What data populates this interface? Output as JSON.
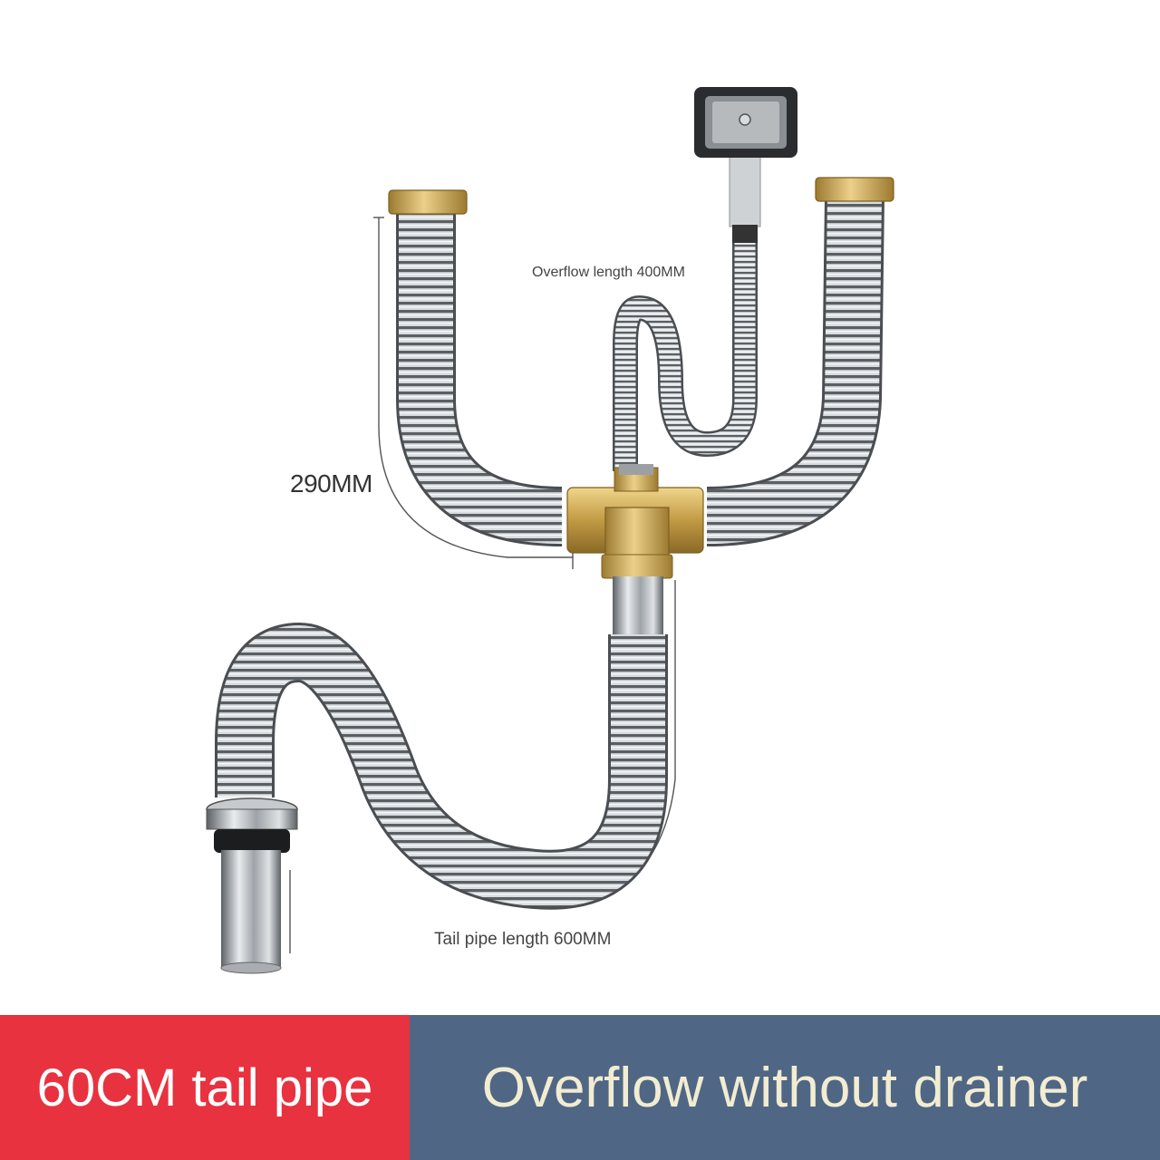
{
  "labels": {
    "overflow_length": "Overflow length 400MM",
    "height": "290MM",
    "tail_length": "Tail pipe length 600MM"
  },
  "banner": {
    "left_text": "60CM tail pipe",
    "right_text": "Overflow without drainer"
  },
  "colors": {
    "banner_left": "#e8323f",
    "banner_right": "#4f6784",
    "banner_right_text": "#f2ecd2",
    "brass": "#c9a24a",
    "steel": "#9aa0a6"
  },
  "icons": [
    "overflow-cover-icon",
    "brass-tee-icon",
    "corrugated-hose-icon"
  ]
}
